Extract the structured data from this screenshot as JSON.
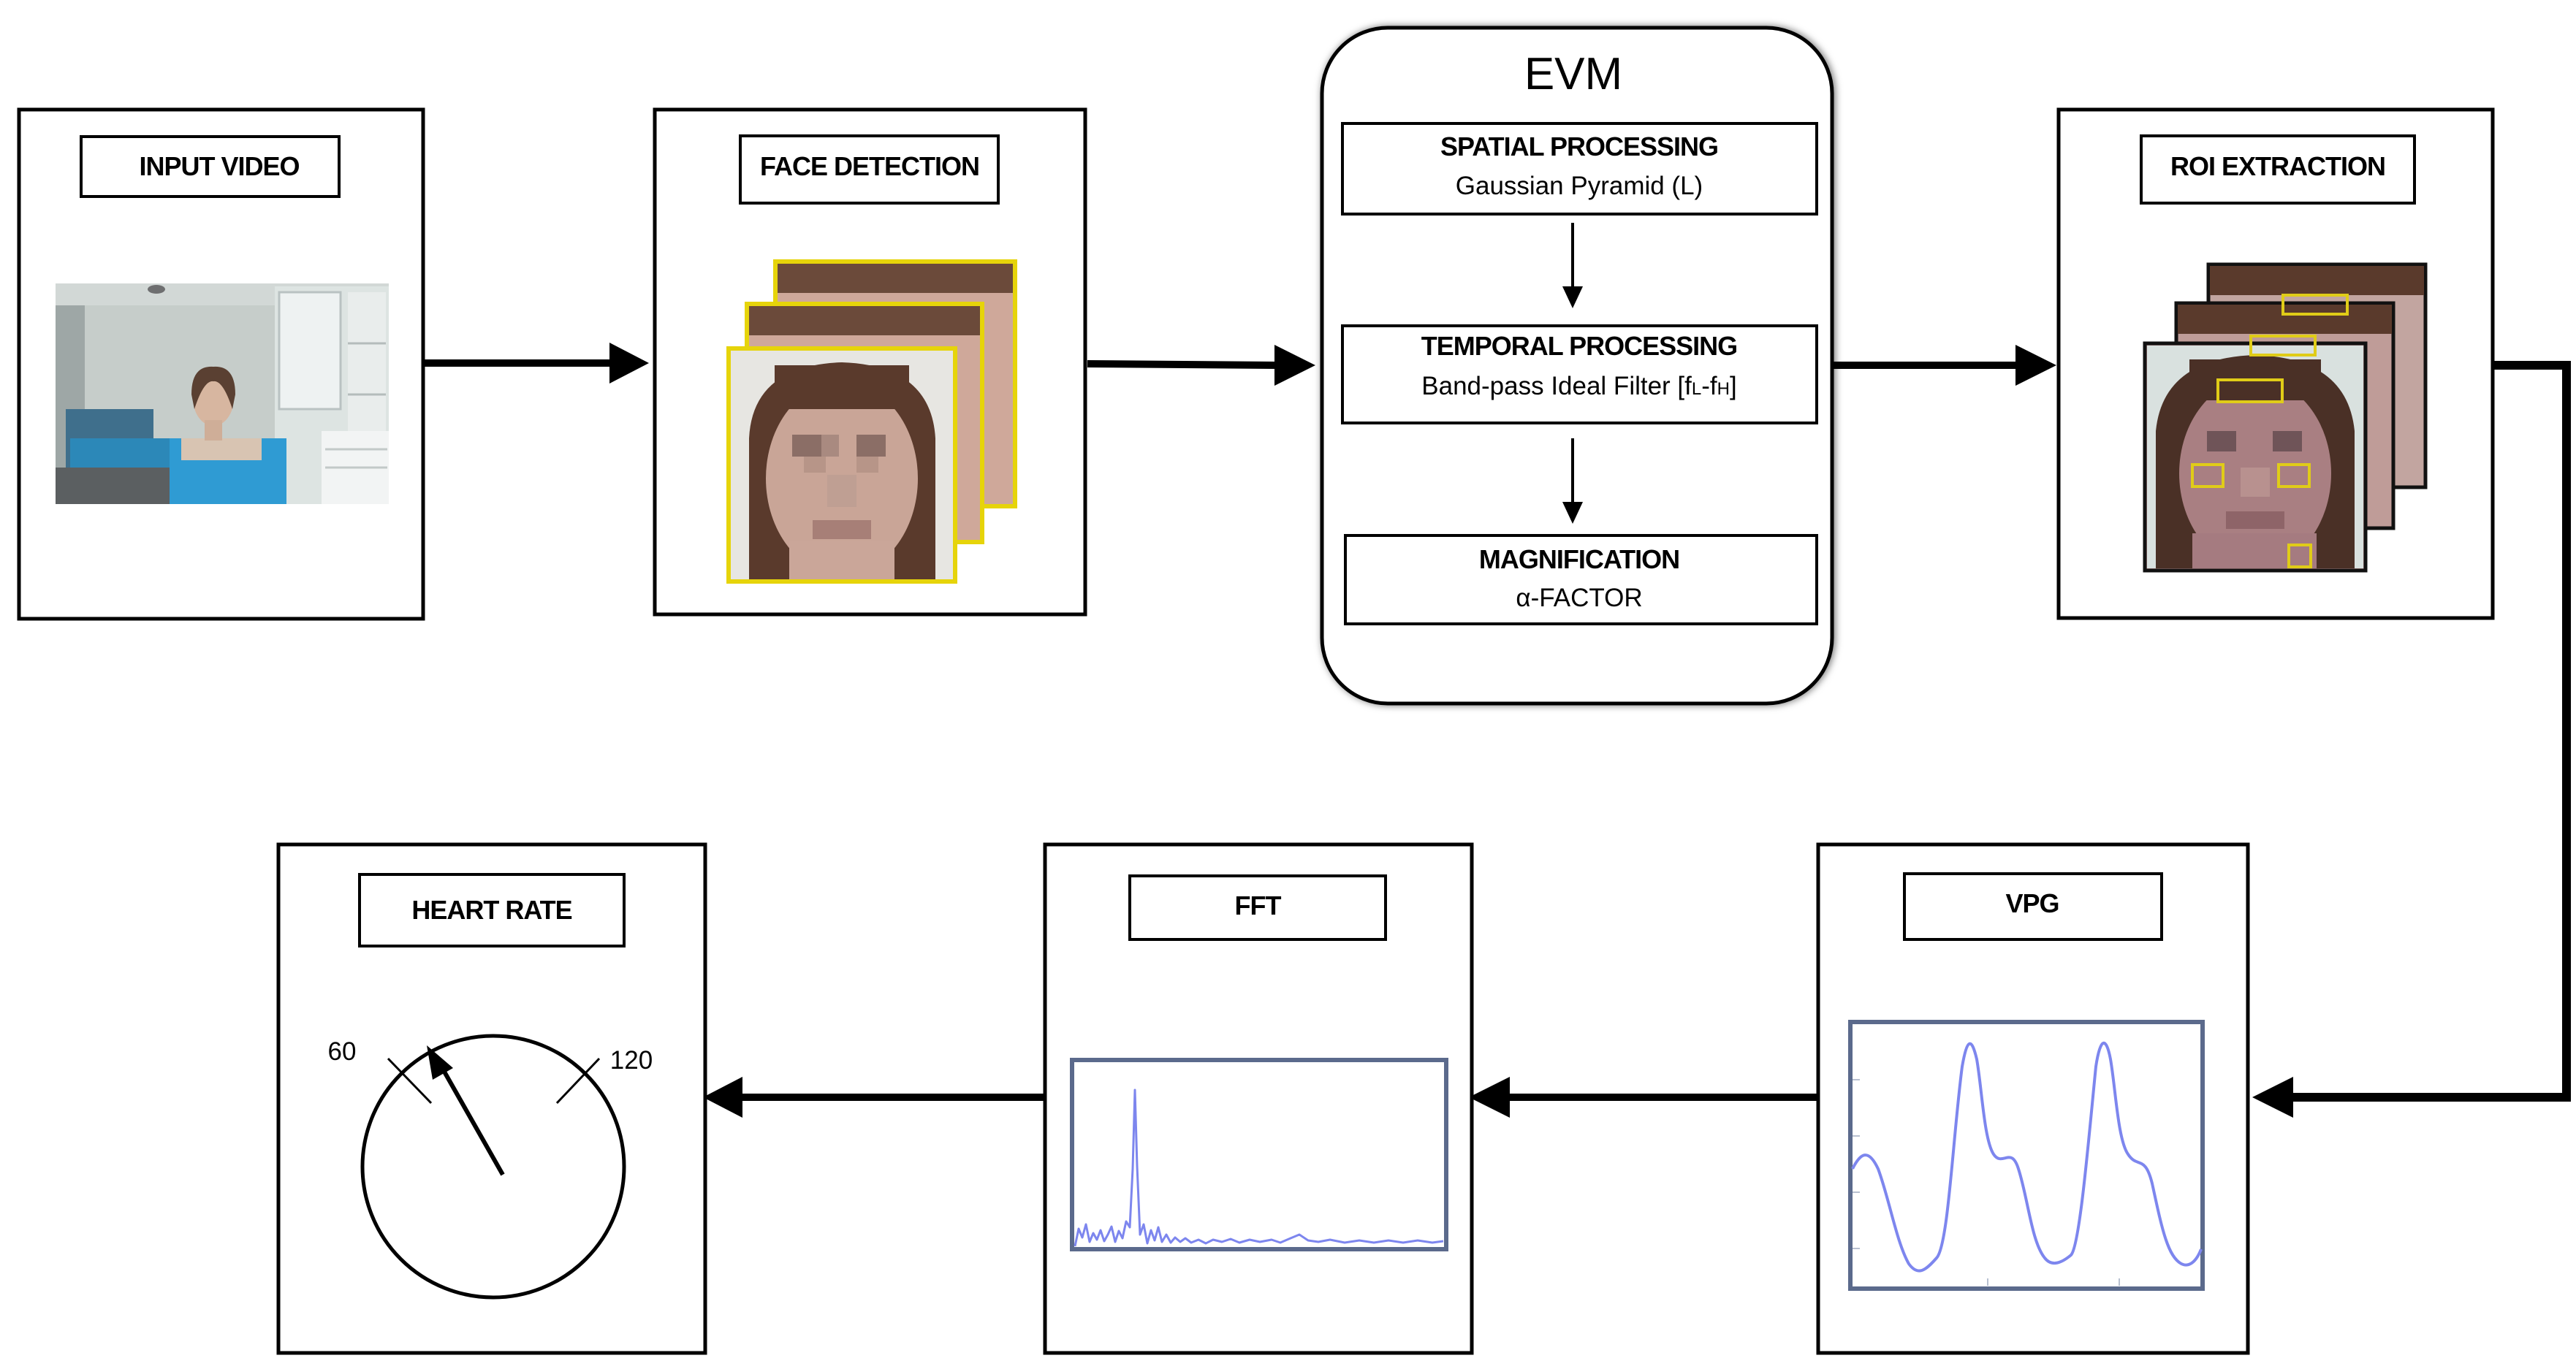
{
  "stages": {
    "input_video": {
      "label": "INPUT VIDEO"
    },
    "face_detection": {
      "label": "FACE DETECTION"
    },
    "evm": {
      "title": "EVM",
      "spatial": {
        "title": "SPATIAL PROCESSING",
        "subtitle": "Gaussian Pyramid (L)"
      },
      "temporal": {
        "title": "TEMPORAL PROCESSING",
        "subtitle_main": "Band-pass Ideal Filter [f",
        "sub_l": "L",
        "dash": "-f",
        "sub_h": "H",
        "close": "]"
      },
      "magnification": {
        "title": "MAGNIFICATION",
        "subtitle": "α-FACTOR"
      }
    },
    "roi_extraction": {
      "label": "ROI EXTRACTION"
    },
    "vpg": {
      "label": "VPG"
    },
    "fft": {
      "label": "FFT"
    },
    "heart_rate": {
      "label": "HEART RATE",
      "dial_low": "60",
      "dial_high": "120"
    }
  },
  "colors": {
    "face_frame_border": "#e6d40a",
    "roi_box": "#e0cc18",
    "signal_line": "#7d86ee",
    "plot_frame": "#5b6a8c"
  },
  "icons": {
    "input_video": "room-video-frame-image",
    "face_detection": "stacked-face-frames-image",
    "roi_extraction": "stacked-roi-face-frames-image",
    "vpg": "pulse-waveform-plot",
    "fft": "frequency-spectrum-plot",
    "heart_rate": "dial-gauge"
  }
}
